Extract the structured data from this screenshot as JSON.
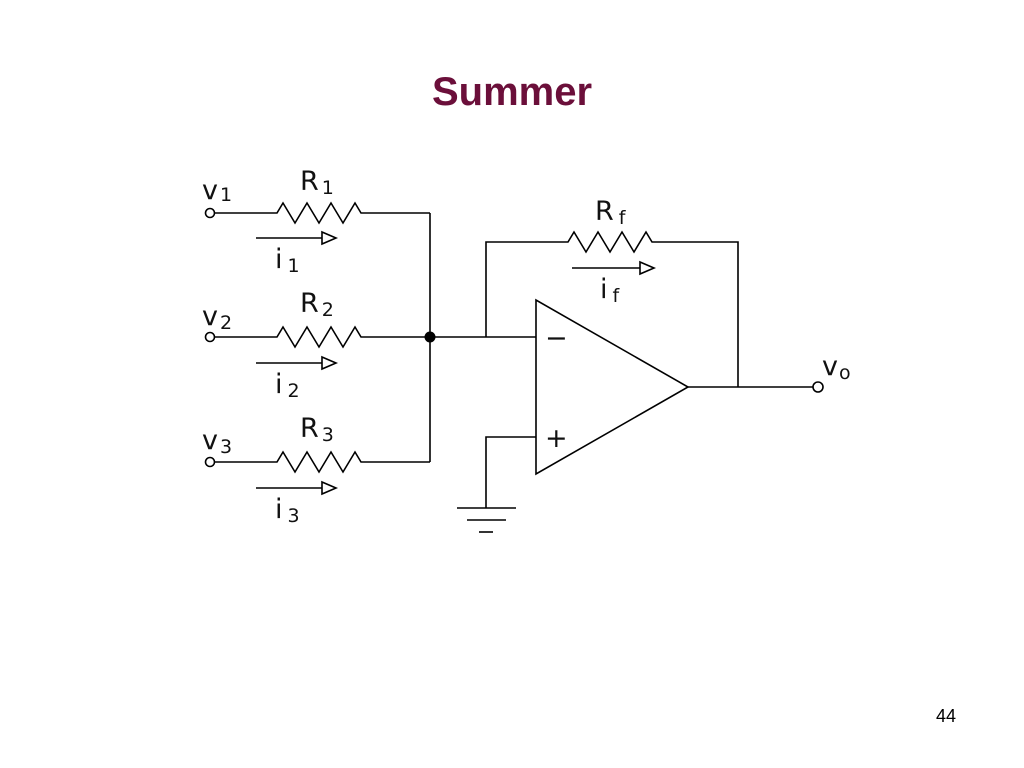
{
  "slide": {
    "title": "Summer",
    "page_number": "44"
  },
  "colors": {
    "title": "#6b0f3a",
    "lines": "#000000"
  },
  "circuit": {
    "inputs": [
      {
        "symbol": "v",
        "sub": "1"
      },
      {
        "symbol": "v",
        "sub": "2"
      },
      {
        "symbol": "v",
        "sub": "3"
      }
    ],
    "resistors": [
      {
        "symbol": "R",
        "sub": "1"
      },
      {
        "symbol": "R",
        "sub": "2"
      },
      {
        "symbol": "R",
        "sub": "3"
      }
    ],
    "currents": [
      {
        "symbol": "i",
        "sub": "1"
      },
      {
        "symbol": "i",
        "sub": "2"
      },
      {
        "symbol": "i",
        "sub": "3"
      }
    ],
    "feedback_resistor": {
      "symbol": "R",
      "sub": "f"
    },
    "feedback_current": {
      "symbol": "i",
      "sub": "f"
    },
    "output": {
      "symbol": "v",
      "sub": "o"
    },
    "opamp": {
      "minus": "−",
      "plus": "+"
    }
  }
}
